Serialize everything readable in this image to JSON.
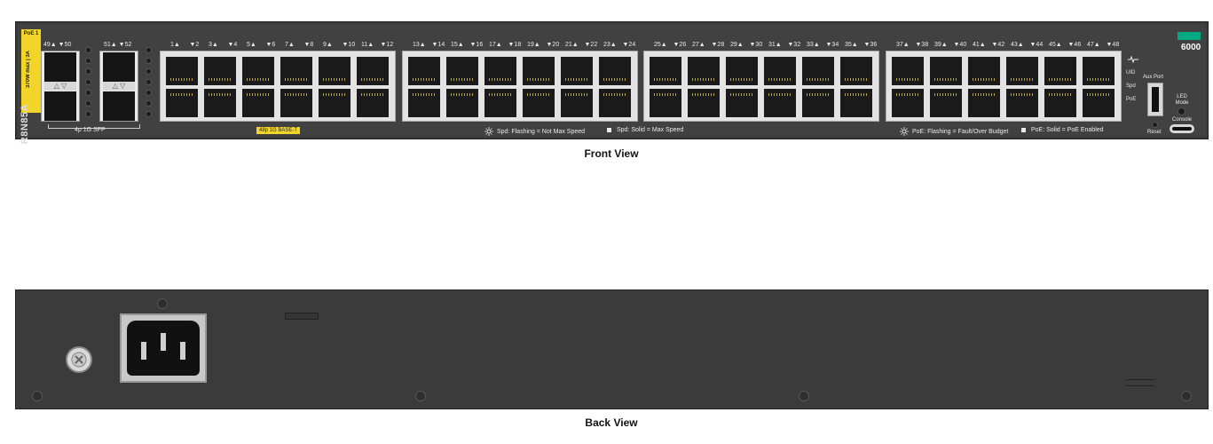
{
  "front": {
    "poe_badge_line1": "PoE 1",
    "poe_badge_line2": "370W max | 3A",
    "model": "R8N85A",
    "sfp_group_label": "4p 1G SFP",
    "sfp_ports": [
      "49▲ ▼50",
      "51▲ ▼52"
    ],
    "port_labels_top": [
      "1▲",
      "▼2",
      "3▲",
      "▼4",
      "5▲",
      "▼6",
      "7▲",
      "▼8",
      "9▲",
      "▼10",
      "11▲",
      "▼12",
      "13▲",
      "▼14",
      "15▲",
      "▼16",
      "17▲",
      "▼18",
      "19▲",
      "▼20",
      "21▲",
      "▼22",
      "23▲",
      "▼24",
      "25▲",
      "▼26",
      "27▲",
      "▼28",
      "29▲",
      "▼30",
      "31▲",
      "▼32",
      "33▲",
      "▼34",
      "35▲",
      "▼36",
      "37▲",
      "▼38",
      "39▲",
      "▼40",
      "41▲",
      "▼42",
      "43▲",
      "▼44",
      "45▲",
      "▼46",
      "47▲",
      "▼48"
    ],
    "base_t_label": "48p 1G BASE-T",
    "legend": {
      "spd_flashing": "Spd: Flashing = Not Max Speed",
      "spd_solid": "Spd: Solid = Max Speed",
      "poe_flashing": "PoE: Flashing = Fault/Over Budget",
      "poe_solid": "PoE: Solid = PoE Enabled"
    },
    "status_leds": [
      "UID",
      "Spd",
      "PoE"
    ],
    "aux_port": "Aux Port",
    "reset": "Reset",
    "led_mode": "LED Mode",
    "console": "Console",
    "series": "6000",
    "caption": "Front View",
    "colors": {
      "badge": "#f3d52a",
      "brand_bar": "#01a982"
    }
  },
  "back": {
    "caption": "Back View",
    "icons": [
      "ground-screw-icon",
      "power-inlet-icon"
    ]
  }
}
